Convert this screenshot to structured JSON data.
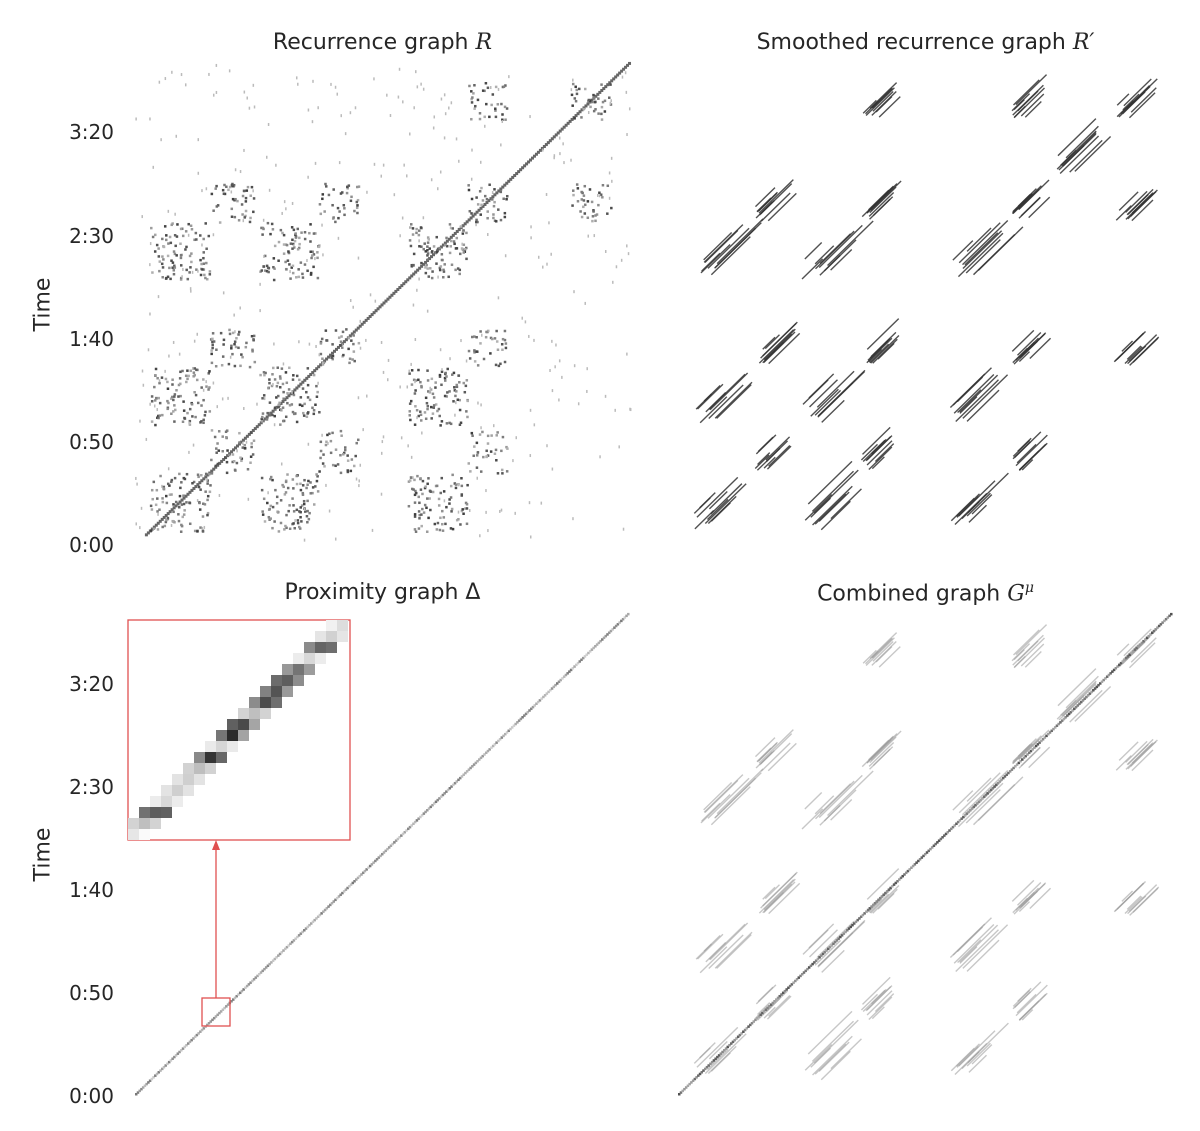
{
  "chart_data": [
    {
      "type": "heatmap",
      "title": "Recurrence graph ",
      "title_math": "R",
      "ylabel": "Time",
      "yticks": [
        "3:20",
        "2:30",
        "1:40",
        "0:50",
        "0:00"
      ],
      "description_kind": "recurrence",
      "colormap": "grayscale"
    },
    {
      "type": "heatmap",
      "title": "Smoothed recurrence graph ",
      "title_math": "R′",
      "ylabel": "",
      "yticks": [],
      "description_kind": "smoothed",
      "colormap": "grayscale"
    },
    {
      "type": "heatmap",
      "title": "Proximity graph Δ",
      "title_math": "",
      "ylabel": "Time",
      "yticks": [
        "3:20",
        "2:30",
        "1:40",
        "0:50",
        "0:00"
      ],
      "description_kind": "proximity",
      "colormap": "grayscale",
      "inset": true
    },
    {
      "type": "heatmap",
      "title": "Combined graph ",
      "title_math": "G",
      "title_sup": "μ",
      "ylabel": "",
      "yticks": [],
      "description_kind": "combined",
      "colormap": "grayscale"
    }
  ],
  "colors": {
    "inset_border": "#e05050",
    "ink": "#262626"
  }
}
